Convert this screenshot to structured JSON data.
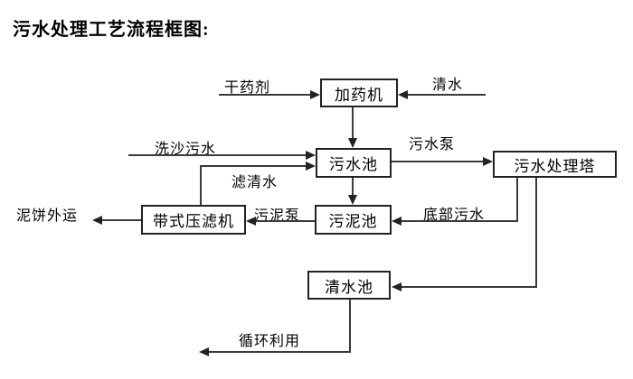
{
  "page": {
    "title": "污水处理工艺流程框图:"
  },
  "nodes": {
    "dosing_machine": "加药机",
    "sewage_pool": "污水池",
    "treatment_tower": "污水处理塔",
    "sludge_pool": "污泥池",
    "belt_filter_press": "带式压滤机",
    "clean_water_pool": "清水池"
  },
  "labels": {
    "dry_agent": "干药剂",
    "clean_water": "清水",
    "sand_washing_sewage": "洗沙污水",
    "sewage_pump": "污水泵",
    "filtered_water": "滤清水",
    "sludge_pump": "污泥泵",
    "bottom_sewage": "底部污水",
    "mud_cake_out": "泥饼外运",
    "recycling": "循环利用"
  },
  "edges": [
    {
      "from": "干药剂",
      "to": "加药机",
      "label": "干药剂"
    },
    {
      "from": "清水",
      "to": "加药机",
      "label": "清水"
    },
    {
      "from": "加药机",
      "to": "污水池",
      "label": ""
    },
    {
      "from": "洗沙污水",
      "to": "污水池",
      "label": "洗沙污水"
    },
    {
      "from": "带式压滤机",
      "to": "污水池",
      "label": "滤清水"
    },
    {
      "from": "污水池",
      "to": "污水处理塔",
      "label": "污水泵"
    },
    {
      "from": "污水池",
      "to": "污泥池",
      "label": ""
    },
    {
      "from": "污水处理塔",
      "to": "污泥池",
      "label": "底部污水"
    },
    {
      "from": "污水处理塔",
      "to": "清水池",
      "label": ""
    },
    {
      "from": "污泥池",
      "to": "带式压滤机",
      "label": "污泥泵"
    },
    {
      "from": "带式压滤机",
      "to": "泥饼外运",
      "label": "泥饼外运"
    },
    {
      "from": "清水池",
      "to": "循环利用",
      "label": "循环利用"
    }
  ],
  "colors": {
    "background": "#ffffff",
    "line": "#3a3a3a",
    "box_border": "#222222",
    "text": "#000000"
  }
}
